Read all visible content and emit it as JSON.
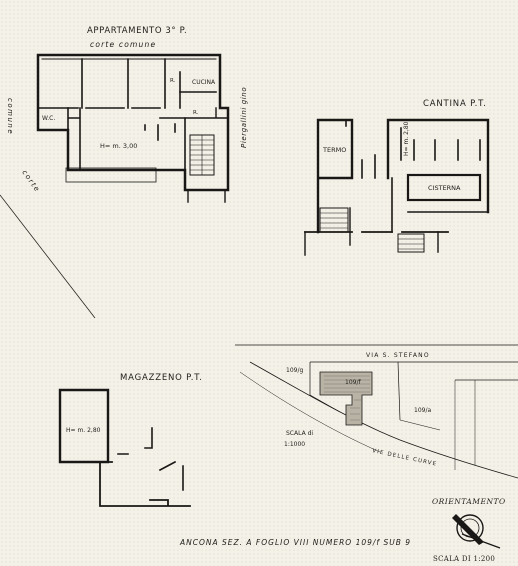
{
  "apartment": {
    "title": "APPARTAMENTO 3° P.",
    "court_label": "corte comune",
    "rooms": {
      "wc": "W.C.",
      "kitchen": "CUCINA",
      "r_mark": "R."
    },
    "height": "H= m. 3,00",
    "side_label": "Piergallini gino",
    "court_side_1": "comune",
    "court_side_2": "corte"
  },
  "cellar": {
    "title": "CANTINA P.T.",
    "rooms": {
      "termo": "TERMO",
      "cisterna": "CISTERNA"
    },
    "height": "H= m. 2,80"
  },
  "warehouse": {
    "title": "MAGAZZENO P.T.",
    "height": "H= m. 2,80"
  },
  "site_map": {
    "street_top": "VIA S. STEFANO",
    "street_bottom": "VIE DELLE CURVE",
    "parcel_g": "109/g",
    "parcel_f": "109/f",
    "parcel_a": "109/a",
    "scale_line1": "SCALA di",
    "scale_line2": "1:1000"
  },
  "footer": {
    "reference": "ANCONA SEZ. A  FOGLIO VIII  NUMERO 109/f  SUB 9",
    "orientation": "ORIENTAMENTO",
    "scale": "SCALA DI 1:200"
  }
}
